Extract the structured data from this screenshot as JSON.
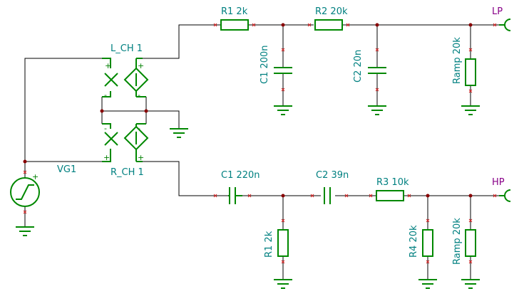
{
  "colors": {
    "wire": "#000000",
    "component": "#008800",
    "label": "#008080",
    "port": "#880088",
    "pin_marker": "#dd2222",
    "junction": "#880000"
  },
  "labels": {
    "r1_top": "R1 2k",
    "r2_top": "R2 20k",
    "c1_top": "C1 200n",
    "c2_top": "C2 20n",
    "ramp_top": "Ramp 20k",
    "lp": "LP",
    "l_ch": "L_CH 1",
    "r_ch": "R_CH 1",
    "vg": "VG1",
    "c1_bot": "C1 220n",
    "c2_bot": "C2 39n",
    "r3_bot": "R3 10k",
    "hp": "HP",
    "r1_bot": "R1 2k",
    "r4_bot": "R4 20k",
    "ramp_bot": "Ramp 20k"
  },
  "pins": {
    "plus": "+",
    "minus": "-"
  }
}
